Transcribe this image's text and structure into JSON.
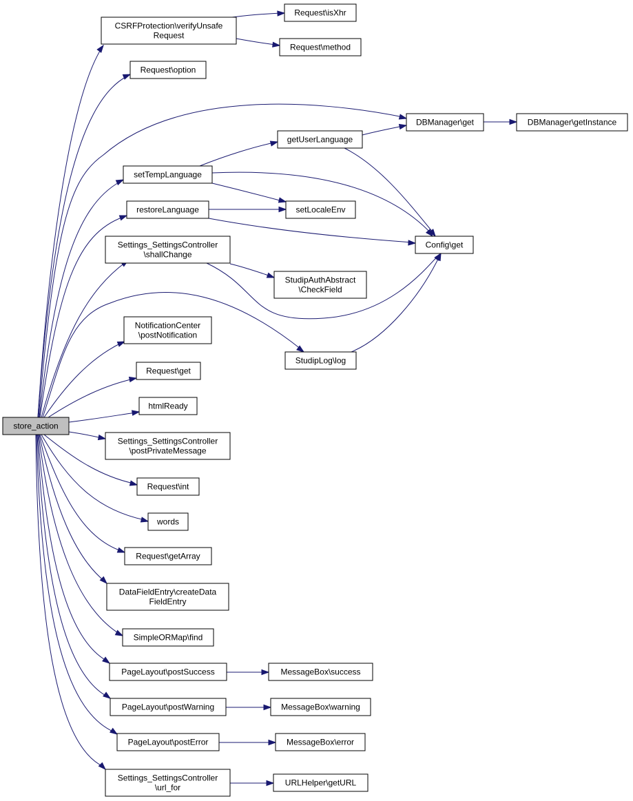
{
  "diagram": {
    "nodes": [
      {
        "id": "store_action",
        "lines": [
          "store_action"
        ],
        "root": true
      },
      {
        "id": "csrf",
        "lines": [
          "CSRFProtection\\verifyUnsafe",
          "Request"
        ]
      },
      {
        "id": "isxhr",
        "lines": [
          "Request\\isXhr"
        ]
      },
      {
        "id": "method",
        "lines": [
          "Request\\method"
        ]
      },
      {
        "id": "option",
        "lines": [
          "Request\\option"
        ]
      },
      {
        "id": "dbget",
        "lines": [
          "DBManager\\get"
        ]
      },
      {
        "id": "dbinst",
        "lines": [
          "DBManager\\getInstance"
        ]
      },
      {
        "id": "getuserlang",
        "lines": [
          "getUserLanguage"
        ]
      },
      {
        "id": "settemp",
        "lines": [
          "setTempLanguage"
        ]
      },
      {
        "id": "restore",
        "lines": [
          "restoreLanguage"
        ]
      },
      {
        "id": "setlocale",
        "lines": [
          "setLocaleEnv"
        ]
      },
      {
        "id": "configget",
        "lines": [
          "Config\\get"
        ]
      },
      {
        "id": "shallchange",
        "lines": [
          "Settings_SettingsController",
          "\\shallChange"
        ]
      },
      {
        "id": "checkfield",
        "lines": [
          "StudipAuthAbstract",
          "\\CheckField"
        ]
      },
      {
        "id": "notif",
        "lines": [
          "NotificationCenter",
          "\\postNotification"
        ]
      },
      {
        "id": "studiplog",
        "lines": [
          "StudipLog\\log"
        ]
      },
      {
        "id": "reqget",
        "lines": [
          "Request\\get"
        ]
      },
      {
        "id": "htmlready",
        "lines": [
          "htmlReady"
        ]
      },
      {
        "id": "privmsg",
        "lines": [
          "Settings_SettingsController",
          "\\postPrivateMessage"
        ]
      },
      {
        "id": "reqint",
        "lines": [
          "Request\\int"
        ]
      },
      {
        "id": "words",
        "lines": [
          "words"
        ]
      },
      {
        "id": "getarray",
        "lines": [
          "Request\\getArray"
        ]
      },
      {
        "id": "dfentry",
        "lines": [
          "DataFieldEntry\\createData",
          "FieldEntry"
        ]
      },
      {
        "id": "ormfind",
        "lines": [
          "SimpleORMap\\find"
        ]
      },
      {
        "id": "postsuccess",
        "lines": [
          "PageLayout\\postSuccess"
        ]
      },
      {
        "id": "msgsuccess",
        "lines": [
          "MessageBox\\success"
        ]
      },
      {
        "id": "postwarning",
        "lines": [
          "PageLayout\\postWarning"
        ]
      },
      {
        "id": "msgwarning",
        "lines": [
          "MessageBox\\warning"
        ]
      },
      {
        "id": "posterror",
        "lines": [
          "PageLayout\\postError"
        ]
      },
      {
        "id": "msgerror",
        "lines": [
          "MessageBox\\error"
        ]
      },
      {
        "id": "urlfor",
        "lines": [
          "Settings_SettingsController",
          "\\url_for"
        ]
      },
      {
        "id": "geturl",
        "lines": [
          "URLHelper\\getURL"
        ]
      }
    ],
    "edges": [
      {
        "from": "store_action",
        "to": "csrf"
      },
      {
        "from": "store_action",
        "to": "option"
      },
      {
        "from": "store_action",
        "to": "dbget"
      },
      {
        "from": "store_action",
        "to": "settemp"
      },
      {
        "from": "store_action",
        "to": "restore"
      },
      {
        "from": "store_action",
        "to": "shallchange"
      },
      {
        "from": "store_action",
        "to": "studiplog"
      },
      {
        "from": "store_action",
        "to": "notif"
      },
      {
        "from": "store_action",
        "to": "reqget"
      },
      {
        "from": "store_action",
        "to": "htmlready"
      },
      {
        "from": "store_action",
        "to": "privmsg"
      },
      {
        "from": "store_action",
        "to": "reqint"
      },
      {
        "from": "store_action",
        "to": "words"
      },
      {
        "from": "store_action",
        "to": "getarray"
      },
      {
        "from": "store_action",
        "to": "dfentry"
      },
      {
        "from": "store_action",
        "to": "ormfind"
      },
      {
        "from": "store_action",
        "to": "postsuccess"
      },
      {
        "from": "store_action",
        "to": "postwarning"
      },
      {
        "from": "store_action",
        "to": "posterror"
      },
      {
        "from": "store_action",
        "to": "urlfor"
      },
      {
        "from": "csrf",
        "to": "isxhr"
      },
      {
        "from": "csrf",
        "to": "method"
      },
      {
        "from": "dbget",
        "to": "dbinst"
      },
      {
        "from": "getuserlang",
        "to": "dbget"
      },
      {
        "from": "getuserlang",
        "to": "configget"
      },
      {
        "from": "settemp",
        "to": "getuserlang"
      },
      {
        "from": "settemp",
        "to": "setlocale"
      },
      {
        "from": "settemp",
        "to": "configget"
      },
      {
        "from": "restore",
        "to": "setlocale"
      },
      {
        "from": "restore",
        "to": "configget"
      },
      {
        "from": "shallchange",
        "to": "checkfield"
      },
      {
        "from": "shallchange",
        "to": "configget"
      },
      {
        "from": "studiplog",
        "to": "configget"
      },
      {
        "from": "postsuccess",
        "to": "msgsuccess"
      },
      {
        "from": "postwarning",
        "to": "msgwarning"
      },
      {
        "from": "posterror",
        "to": "msgerror"
      },
      {
        "from": "urlfor",
        "to": "geturl"
      }
    ]
  }
}
